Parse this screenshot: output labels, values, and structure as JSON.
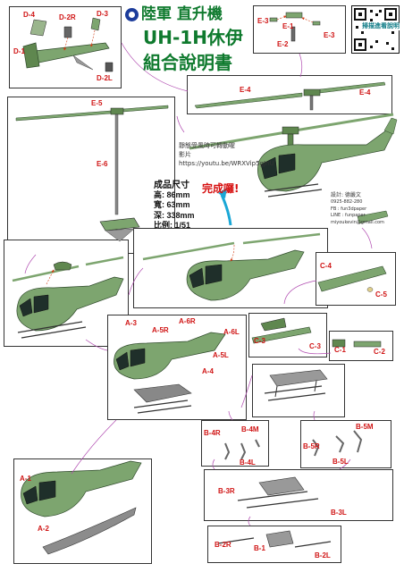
{
  "header": {
    "title_line1": "陸軍 直升機",
    "title_line2": "UH-1H休伊",
    "title_line3": "組合說明書",
    "qr_caption": "掃描進看說明"
  },
  "note": {
    "line1": "靜態受風時可轉動喔",
    "line2": "影片",
    "url": "https://youtu.be/WRXVip5gJnU"
  },
  "credit": {
    "designer": "設計: 德嚴文",
    "phone": "0925-882-280",
    "fb": "FB : fun3dpaper",
    "line": "LINE : funpaper",
    "email": "miyoukevin@gmail.com"
  },
  "specs": {
    "heading": "成品尺寸",
    "height": "高: 86mm",
    "width": "寬: 63mm",
    "depth": "深: 338mm",
    "scale": "比例: 1/51"
  },
  "done": "完成囉!",
  "labels": {
    "d4": "D-4",
    "d2r": "D-2R",
    "d3": "D-3",
    "d1": "D-1",
    "d2l": "D-2L",
    "e3a": "E-3",
    "e1": "E-1",
    "e3b": "E-3",
    "e2": "E-2",
    "e4a": "E-4",
    "e4b": "E-4",
    "e5": "E-5",
    "e6": "E-6",
    "c4": "C-4",
    "c5": "C-5",
    "c3a": "C-3",
    "c3b": "C-3",
    "c1": "C-1",
    "c2": "C-2",
    "a3": "A-3",
    "a5r": "A-5R",
    "a6r": "A-6R",
    "a6l": "A-6L",
    "a5l": "A-5L",
    "a4": "A-4",
    "b4r": "B-4R",
    "b4m": "B-4M",
    "b4l": "B-4L",
    "b5r": "B-5R",
    "b5m": "B-5M",
    "b5l": "B-5L",
    "b3r": "B-3R",
    "b3l": "B-3L",
    "b2r": "B-2R",
    "b1": "B-1",
    "b2l": "B-2L",
    "a1": "A-1",
    "a2": "A-2"
  },
  "colors": {
    "heli_green": "#7da56f",
    "heli_dark": "#4f7048",
    "label_red": "#d01515",
    "title_green": "#0f7a2e",
    "arrow_purple": "#b04ab0",
    "arrow_cyan": "#1aa7d6"
  }
}
